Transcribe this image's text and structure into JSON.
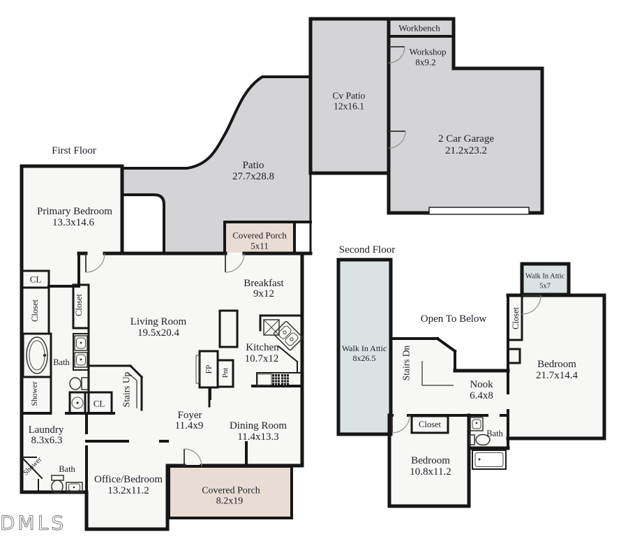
{
  "titles": {
    "first_floor": "First Floor",
    "second_floor": "Second Floor"
  },
  "watermark": "DMLS",
  "colors": {
    "wall": "#161616",
    "patio_gray": "#d4d4d6",
    "porch_tan": "#e8dcd4",
    "attic_blue": "#dbe2e4",
    "room_fill": "#f7f7f5",
    "text": "#1d1d28"
  },
  "rooms": {
    "primary_bedroom": {
      "name": "Primary Bedroom",
      "dims": "13.3x14.6"
    },
    "patio": {
      "name": "Patio",
      "dims": "27.7x28.8"
    },
    "cv_patio": {
      "name": "Cv Patio",
      "dims": "12x16.1"
    },
    "workshop": {
      "name": "Workshop",
      "dims": "8x9.2"
    },
    "garage": {
      "name": "2 Car Garage",
      "dims": "21.2x23.2"
    },
    "covered_porch_upper": {
      "name": "Covered Porch",
      "dims": "5x11"
    },
    "breakfast": {
      "name": "Breakfast",
      "dims": "9x12"
    },
    "living_room": {
      "name": "Living Room",
      "dims": "19.5x20.4"
    },
    "kitchen": {
      "name": "Kitchen",
      "dims": "10.7x12"
    },
    "foyer": {
      "name": "Foyer",
      "dims": "11.4x9"
    },
    "dining_room": {
      "name": "Dining Room",
      "dims": "11.4x13.3"
    },
    "laundry": {
      "name": "Laundry",
      "dims": "8.3x6.3"
    },
    "office_bedroom": {
      "name": "Office/Bedroom",
      "dims": "13.2x11.2"
    },
    "covered_porch_lower": {
      "name": "Covered Porch",
      "dims": "8.2x19"
    },
    "attic_large": {
      "name": "Walk In Attic",
      "dims": "8x26.5"
    },
    "attic_small": {
      "name": "Walk In Attic",
      "dims": "5x7"
    },
    "nook": {
      "name": "Nook",
      "dims": "6.4x8"
    },
    "bedroom_large": {
      "name": "Bedroom",
      "dims": "21.7x14.4"
    },
    "bedroom_small": {
      "name": "Bedroom",
      "dims": "10.8x11.2"
    }
  },
  "labels": {
    "workbench": "Workbench",
    "open_to_below": "Open To Below",
    "stairs_up": "Stairs Up",
    "stairs_dn": "Stairs Dn",
    "closet": "Closet",
    "cl": "CL",
    "bath": "Bath",
    "shower": "Shower",
    "fireplace": "FP",
    "pantry": "Pnt"
  }
}
